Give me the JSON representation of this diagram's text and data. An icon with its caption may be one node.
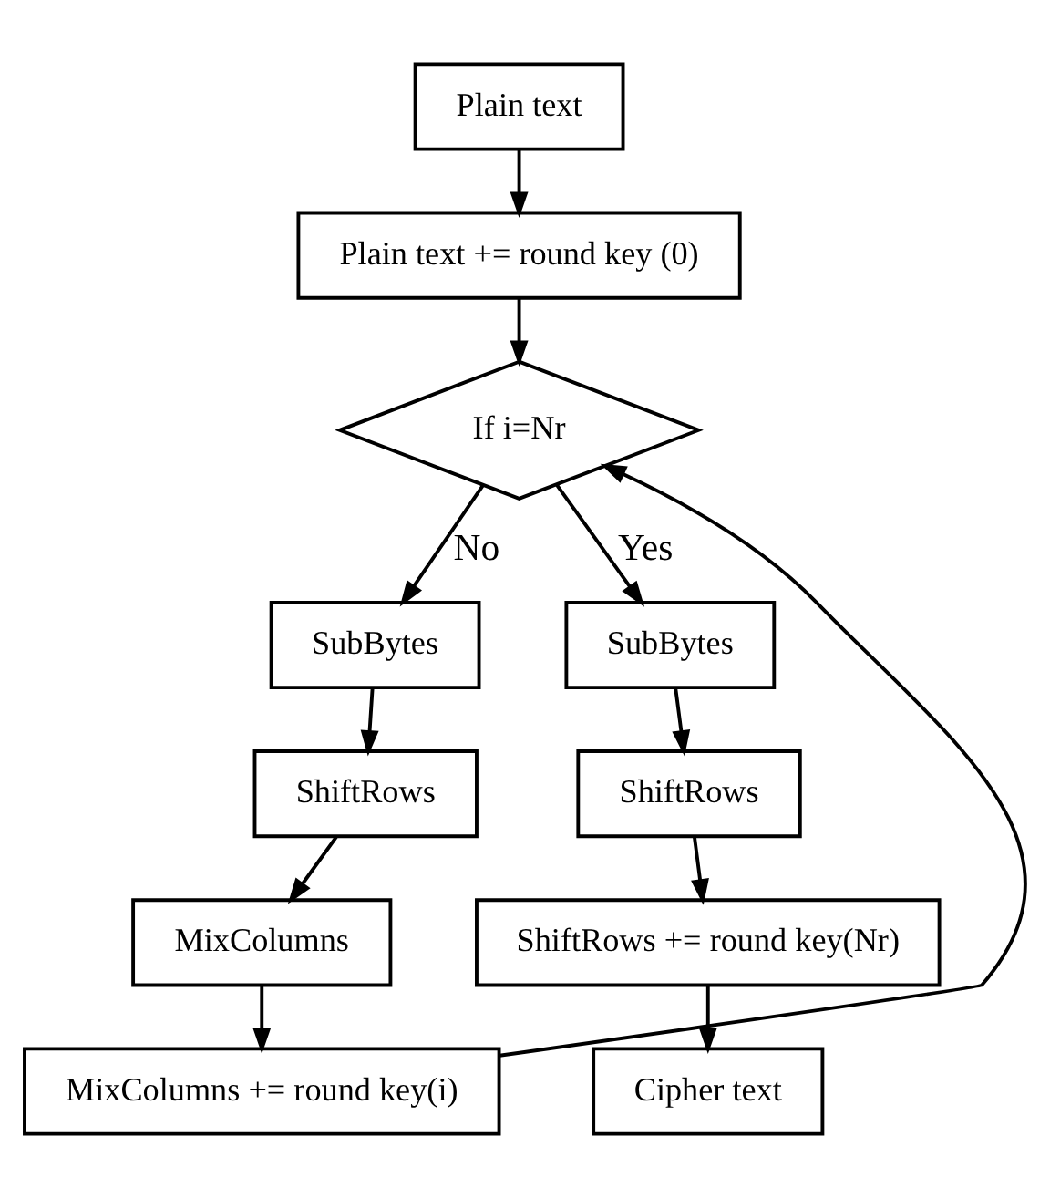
{
  "diagram": {
    "nodes": [
      {
        "text": [
          "Plain text"
        ]
      },
      {
        "text": [
          "Plain text += round key (0)"
        ]
      },
      {
        "text": [
          "If i=Nr"
        ]
      },
      {
        "text": [
          "SubBytes"
        ]
      },
      {
        "text": [
          "ShiftRows"
        ]
      },
      {
        "text": [
          "MixColumns"
        ]
      },
      {
        "text": [
          "MixColumns += round key(i)"
        ]
      },
      {
        "text": [
          "SubBytes"
        ]
      },
      {
        "text": [
          "ShiftRows"
        ]
      },
      {
        "text": [
          "ShiftRows += round key(Nr)"
        ]
      },
      {
        "text": [
          "Cipher text"
        ]
      }
    ],
    "edges": [
      {
        "from": 0,
        "to": 1,
        "arrow": "to"
      },
      {
        "from": 1,
        "to": 2,
        "arrow": "to"
      },
      {
        "from": 2,
        "to": 3,
        "arrow": "to",
        "label": "No"
      },
      {
        "from": 2,
        "to": 7,
        "arrow": "to",
        "label": "Yes"
      },
      {
        "from": 3,
        "to": 4,
        "arrow": "to"
      },
      {
        "from": 4,
        "to": 5,
        "arrow": "to"
      },
      {
        "from": 5,
        "to": 6,
        "arrow": "to"
      },
      {
        "from": 6,
        "to": 2,
        "arrow": "to"
      },
      {
        "from": 7,
        "to": 8,
        "arrow": "to"
      },
      {
        "from": 8,
        "to": 9,
        "arrow": "to"
      },
      {
        "from": 9,
        "to": 10,
        "arrow": "to"
      }
    ]
  }
}
